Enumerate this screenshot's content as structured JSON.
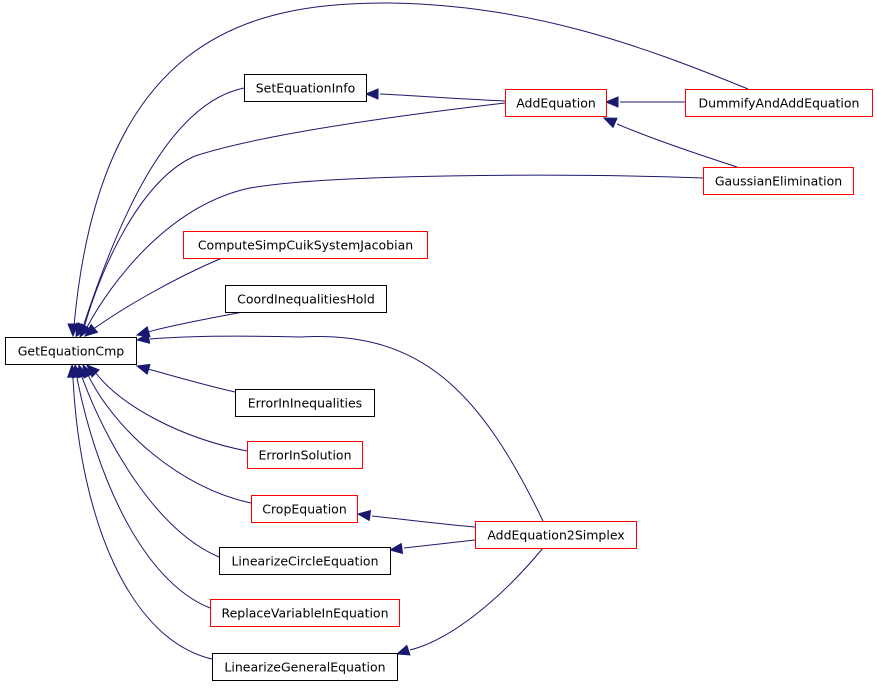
{
  "colors": {
    "edge": "#191970",
    "border_red": "#ff0000",
    "border_black": "#000000",
    "root_fill": "#bfbfbf",
    "node_fill": "#ffffff"
  },
  "nodes": {
    "root": {
      "label": "GetEquationCmp",
      "style": "root"
    },
    "set_equation_info": {
      "label": "SetEquationInfo",
      "style": "black"
    },
    "add_equation": {
      "label": "AddEquation",
      "style": "red"
    },
    "dummify_and_add_equation": {
      "label": "DummifyAndAddEquation",
      "style": "red"
    },
    "gaussian_elimination": {
      "label": "GaussianElimination",
      "style": "red"
    },
    "compute_simp_cuik_system_jacobian": {
      "label": "ComputeSimpCuikSystemJacobian",
      "style": "red"
    },
    "coord_inequalities_hold": {
      "label": "CoordInequalitiesHold",
      "style": "black"
    },
    "error_in_inequalities": {
      "label": "ErrorInInequalities",
      "style": "black"
    },
    "error_in_solution": {
      "label": "ErrorInSolution",
      "style": "red"
    },
    "crop_equation": {
      "label": "CropEquation",
      "style": "red"
    },
    "add_equation2_simplex": {
      "label": "AddEquation2Simplex",
      "style": "red"
    },
    "linearize_circle_equation": {
      "label": "LinearizeCircleEquation",
      "style": "black"
    },
    "replace_variable_in_equation": {
      "label": "ReplaceVariableInEquation",
      "style": "red"
    },
    "linearize_general_equation": {
      "label": "LinearizeGeneralEquation",
      "style": "black"
    }
  },
  "edges": [
    {
      "from": "set_equation_info",
      "to": "root"
    },
    {
      "from": "add_equation",
      "to": "root"
    },
    {
      "from": "dummify_and_add_equation",
      "to": "root"
    },
    {
      "from": "gaussian_elimination",
      "to": "root"
    },
    {
      "from": "compute_simp_cuik_system_jacobian",
      "to": "root"
    },
    {
      "from": "coord_inequalities_hold",
      "to": "root"
    },
    {
      "from": "add_equation2_simplex",
      "to": "root"
    },
    {
      "from": "error_in_inequalities",
      "to": "root"
    },
    {
      "from": "error_in_solution",
      "to": "root"
    },
    {
      "from": "crop_equation",
      "to": "root"
    },
    {
      "from": "linearize_circle_equation",
      "to": "root"
    },
    {
      "from": "replace_variable_in_equation",
      "to": "root"
    },
    {
      "from": "linearize_general_equation",
      "to": "root"
    },
    {
      "from": "add_equation",
      "to": "set_equation_info"
    },
    {
      "from": "dummify_and_add_equation",
      "to": "add_equation"
    },
    {
      "from": "gaussian_elimination",
      "to": "add_equation"
    },
    {
      "from": "add_equation2_simplex",
      "to": "crop_equation"
    },
    {
      "from": "add_equation2_simplex",
      "to": "linearize_circle_equation"
    },
    {
      "from": "add_equation2_simplex",
      "to": "linearize_general_equation"
    }
  ]
}
